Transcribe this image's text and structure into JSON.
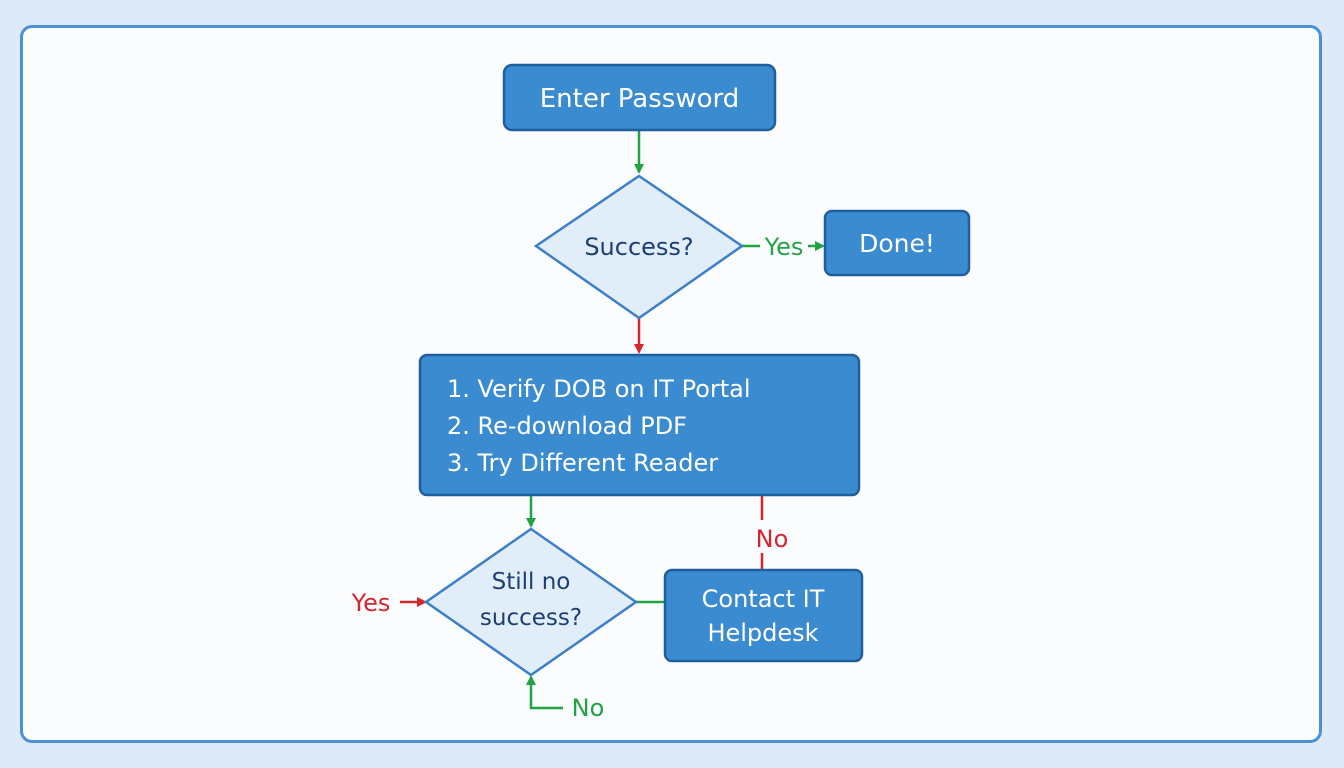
{
  "nodes": {
    "enter_password": "Enter Password",
    "success_q": "Success?",
    "done": "Done!",
    "steps": [
      "1. Verify DOB on IT Portal",
      "2. Re-download PDF",
      "3. Try Different Reader"
    ],
    "still_no_success": [
      "Still no",
      "success?"
    ],
    "contact_it": [
      "Contact IT",
      "Helpdesk"
    ]
  },
  "edge_labels": {
    "success_yes": "Yes",
    "steps_no": "No",
    "still_yes": "Yes",
    "still_no": "No"
  },
  "colors": {
    "frame_border": "#4a90d6",
    "box_fill": "#3b8bd1",
    "box_border": "#1f5f9e",
    "box_text": "#ffffff",
    "diamond_fill": "#e1edf9",
    "diamond_border": "#3b7fc8",
    "diamond_text": "#1c3f73",
    "yes_green": "#21a243",
    "no_red": "#d6262d"
  }
}
